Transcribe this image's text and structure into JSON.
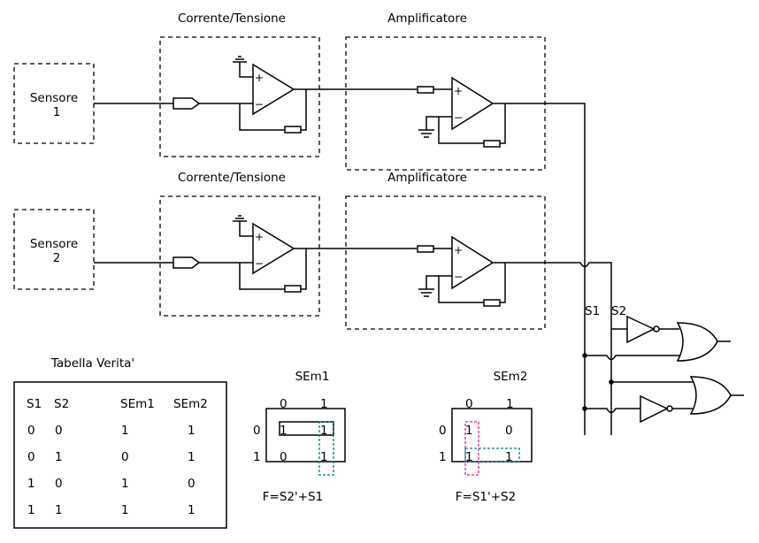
{
  "sensors": [
    {
      "line1": "Sensore",
      "line2": "1"
    },
    {
      "line1": "Sensore",
      "line2": "2"
    }
  ],
  "stages": {
    "converter_label": "Corrente/Tensione",
    "amplifier_label": "Amplificatore"
  },
  "opamp_signs": {
    "plus": "+",
    "minus": "−"
  },
  "bus": {
    "s1": "S1",
    "s2": "S2"
  },
  "truth_table": {
    "title": "Tabella Verita'",
    "headers": [
      "S1",
      "S2",
      "SEm1",
      "SEm2"
    ],
    "rows": [
      [
        "0",
        "0",
        "1",
        "1"
      ],
      [
        "0",
        "1",
        "0",
        "1"
      ],
      [
        "1",
        "0",
        "1",
        "0"
      ],
      [
        "1",
        "1",
        "1",
        "1"
      ]
    ]
  },
  "kmaps": [
    {
      "title": "SEm1",
      "col_labels": [
        "0",
        "1"
      ],
      "row_labels": [
        "0",
        "1"
      ],
      "cells": [
        [
          "1",
          "1"
        ],
        [
          "0",
          "1"
        ]
      ],
      "formula": "F=S2'+S1",
      "group_colors": [
        "#000000",
        "#008080"
      ]
    },
    {
      "title": "SEm2",
      "col_labels": [
        "0",
        "1"
      ],
      "row_labels": [
        "0",
        "1"
      ],
      "cells": [
        [
          "1",
          "0"
        ],
        [
          "1",
          "1"
        ]
      ],
      "formula": "F=S1'+S2",
      "group_colors": [
        "#e0208a",
        "#008080"
      ]
    }
  ]
}
